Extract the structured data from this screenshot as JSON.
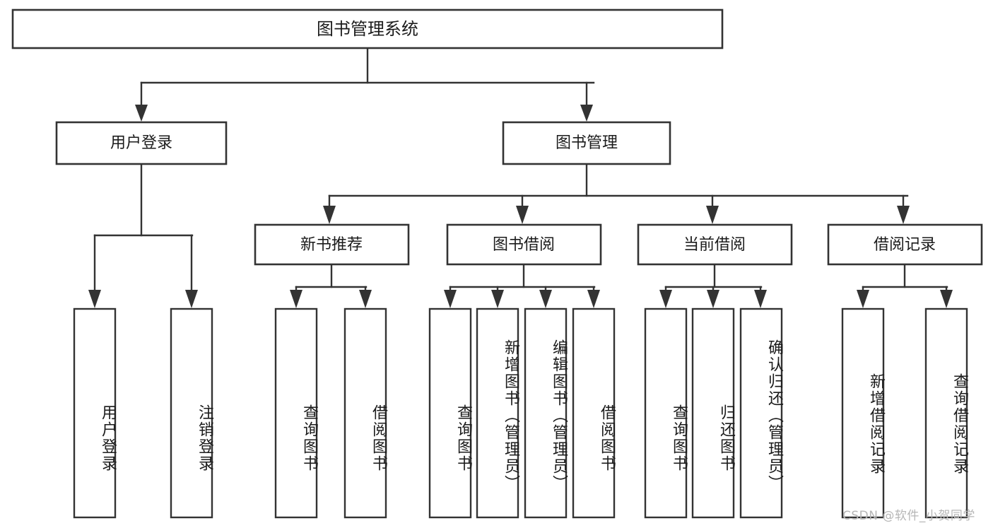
{
  "diagram": {
    "title_node": {
      "label": "图书管理系统"
    },
    "level2": [
      {
        "label": "用户登录"
      },
      {
        "label": "图书管理"
      }
    ],
    "level3": [
      {
        "label": "新书推荐"
      },
      {
        "label": "图书借阅"
      },
      {
        "label": "当前借阅"
      },
      {
        "label": "借阅记录"
      }
    ],
    "leaves": {
      "user_login": [
        {
          "label": "用户登录"
        },
        {
          "label": "注销登录"
        }
      ],
      "new_book_recommend": [
        {
          "label": "查询图书"
        },
        {
          "label": "借阅图书"
        }
      ],
      "book_borrow": [
        {
          "label": "查询图书"
        },
        {
          "label": "新增图书（管理员）"
        },
        {
          "label": "编辑图书（管理员）"
        },
        {
          "label": "借阅图书"
        }
      ],
      "current_borrow": [
        {
          "label": "查询图书"
        },
        {
          "label": "归还图书"
        },
        {
          "label": "确认归还（管理员）"
        }
      ],
      "borrow_record": [
        {
          "label": "新增借阅记录"
        },
        {
          "label": "查询借阅记录"
        }
      ]
    }
  },
  "watermark": {
    "text": "CSDN @软件_小贺同学"
  },
  "colors": {
    "stroke": "#333333",
    "box_fill": "#ffffff",
    "text": "#1b1b1b",
    "watermark": "#b6b6b6",
    "background": "#ffffff"
  }
}
